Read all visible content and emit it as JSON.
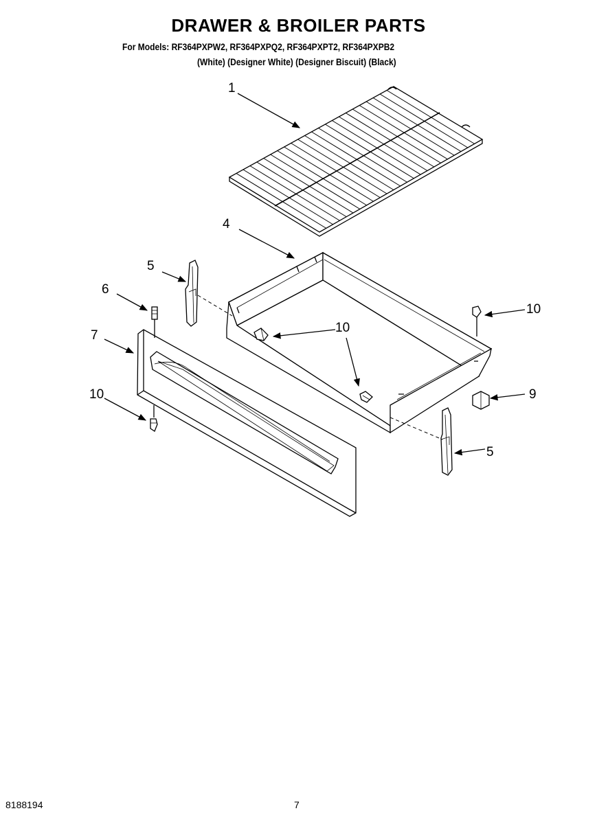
{
  "page": {
    "title": "DRAWER & BROILER PARTS",
    "models_line": "For Models: RF364PXPW2, RF364PXPQ2, RF364PXPT2, RF364PXPB2",
    "colors_line": "(White)   (Designer White) (Designer Biscuit) (Black)",
    "document_number": "8188194",
    "page_number": "7"
  },
  "callouts": [
    {
      "id": "c1",
      "label": "1"
    },
    {
      "id": "c4",
      "label": "4"
    },
    {
      "id": "c5a",
      "label": "5"
    },
    {
      "id": "c6",
      "label": "6"
    },
    {
      "id": "c7",
      "label": "7"
    },
    {
      "id": "c10a",
      "label": "10"
    },
    {
      "id": "c10b",
      "label": "10"
    },
    {
      "id": "c10c",
      "label": "10"
    },
    {
      "id": "c9",
      "label": "9"
    },
    {
      "id": "c5b",
      "label": "5"
    }
  ]
}
